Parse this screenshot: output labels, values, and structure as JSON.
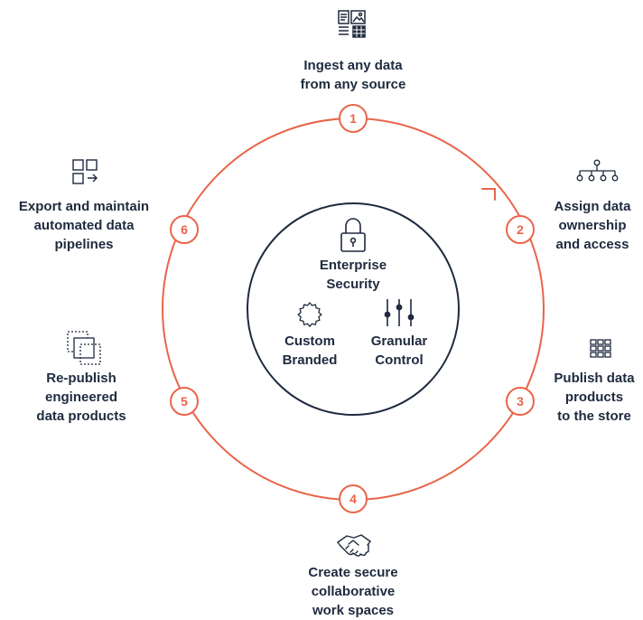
{
  "accent_color": "#e8654a",
  "navy_color": "#1e2a3e",
  "steps": [
    {
      "number": "1",
      "icon": "data-sources-icon",
      "lines": [
        "Ingest any data",
        "from any source"
      ]
    },
    {
      "number": "2",
      "icon": "org-chart-icon",
      "lines": [
        "Assign data",
        "ownership",
        "and access"
      ]
    },
    {
      "number": "3",
      "icon": "grid-store-icon",
      "lines": [
        "Publish data",
        "products",
        "to the store"
      ]
    },
    {
      "number": "4",
      "icon": "handshake-icon",
      "lines": [
        "Create secure",
        "collaborative",
        "work spaces"
      ]
    },
    {
      "number": "5",
      "icon": "layers-icon",
      "lines": [
        "Re-publish",
        "engineered",
        "data products"
      ]
    },
    {
      "number": "6",
      "icon": "export-pipeline-icon",
      "lines": [
        "Export and maintain",
        "automated data",
        "pipelines"
      ]
    }
  ],
  "center": {
    "security": {
      "icon": "padlock-icon",
      "lines": [
        "Enterprise",
        "Security"
      ]
    },
    "branded": {
      "icon": "badge-seal-icon",
      "lines": [
        "Custom",
        "Branded"
      ]
    },
    "control": {
      "icon": "sliders-icon",
      "lines": [
        "Granular",
        "Control"
      ]
    }
  }
}
